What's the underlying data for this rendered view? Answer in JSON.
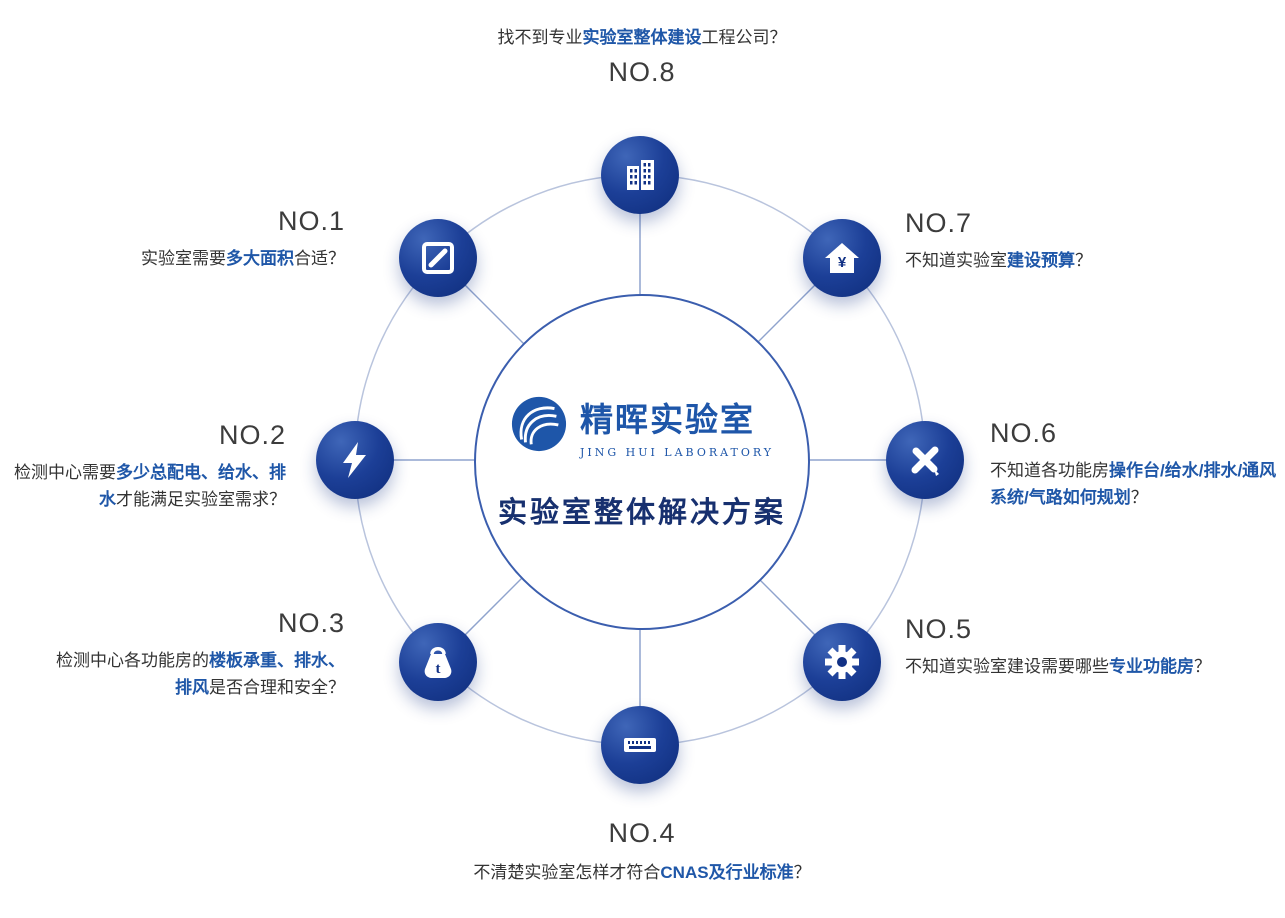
{
  "colors": {
    "node_blue_dark": "#0e2c7a",
    "node_blue_light": "#3f66b8",
    "highlight_blue": "#1f57a8",
    "logo_blue": "#1e56a9",
    "title_navy": "#17306f",
    "ring_line": "#b9c4dd",
    "spoke_line": "#8fa3cd",
    "body_text": "#333333"
  },
  "center": {
    "logo_cn": "精晖实验室",
    "logo_en": "JING HUI LABORATORY",
    "title": "实验室整体解决方案"
  },
  "items": [
    {
      "no": "NO.1",
      "icon": "area-measure-icon",
      "segments": [
        {
          "t": "实验室需要"
        },
        {
          "t": "多大面积",
          "hl": true
        },
        {
          "t": "合适？"
        }
      ]
    },
    {
      "no": "NO.2",
      "icon": "lightning-icon",
      "segments": [
        {
          "t": "检测中心需要"
        },
        {
          "t": "多少总配电、给水、排水",
          "hl": true
        },
        {
          "t": "才能满足实验室需求？"
        }
      ]
    },
    {
      "no": "NO.3",
      "icon": "weight-icon",
      "segments": [
        {
          "t": "检测中心各功能房的"
        },
        {
          "t": "楼板承重、排水、排风",
          "hl": true
        },
        {
          "t": "是否合理和安全？"
        }
      ]
    },
    {
      "no": "NO.4",
      "icon": "ruler-icon",
      "segments": [
        {
          "t": "不清楚实验室怎样才符合"
        },
        {
          "t": "CNAS及行业标准",
          "hl": true
        },
        {
          "t": "？"
        }
      ]
    },
    {
      "no": "NO.5",
      "icon": "gear-icon",
      "segments": [
        {
          "t": "不知道实验室建设需要哪些"
        },
        {
          "t": "专业功能房",
          "hl": true
        },
        {
          "t": "？"
        }
      ]
    },
    {
      "no": "NO.6",
      "icon": "design-tools-icon",
      "segments": [
        {
          "t": "不知道各功能房"
        },
        {
          "t": "操作台/给水/排水/通风系统/气路如何规划",
          "hl": true
        },
        {
          "t": "？"
        }
      ]
    },
    {
      "no": "NO.7",
      "icon": "house-budget-icon",
      "segments": [
        {
          "t": "不知道实验室"
        },
        {
          "t": "建设预算",
          "hl": true
        },
        {
          "t": "？"
        }
      ]
    },
    {
      "no": "NO.8",
      "icon": "building-icon",
      "segments": [
        {
          "t": "找不到专业"
        },
        {
          "t": "实验室整体建设",
          "hl": true
        },
        {
          "t": "工程公司？"
        }
      ]
    }
  ]
}
